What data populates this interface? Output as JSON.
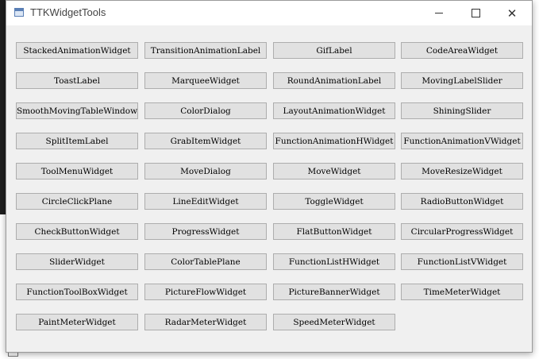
{
  "window": {
    "title": "TTKWidgetTools",
    "icon": "app-window-icon",
    "controls": [
      "minimize-icon",
      "maximize-icon",
      "close-icon"
    ]
  },
  "buttons": [
    "StackedAnimationWidget",
    "TransitionAnimationLabel",
    "GifLabel",
    "CodeAreaWidget",
    "ToastLabel",
    "MarqueeWidget",
    "RoundAnimationLabel",
    "MovingLabelSlider",
    "SmoothMovingTableWindow",
    "ColorDialog",
    "LayoutAnimationWidget",
    "ShiningSlider",
    "SplitItemLabel",
    "GrabItemWidget",
    "FunctionAnimationHWidget",
    "FunctionAnimationVWidget",
    "ToolMenuWidget",
    "MoveDialog",
    "MoveWidget",
    "MoveResizeWidget",
    "CircleClickPlane",
    "LineEditWidget",
    "ToggleWidget",
    "RadioButtonWidget",
    "CheckButtonWidget",
    "ProgressWidget",
    "FlatButtonWidget",
    "CircularProgressWidget",
    "SliderWidget",
    "ColorTablePlane",
    "FunctionListHWidget",
    "FunctionListVWidget",
    "FunctionToolBoxWidget",
    "PictureFlowWidget",
    "PictureBannerWidget",
    "TimeMeterWidget",
    "PaintMeterWidget",
    "RadarMeterWidget",
    "SpeedMeterWidget"
  ]
}
